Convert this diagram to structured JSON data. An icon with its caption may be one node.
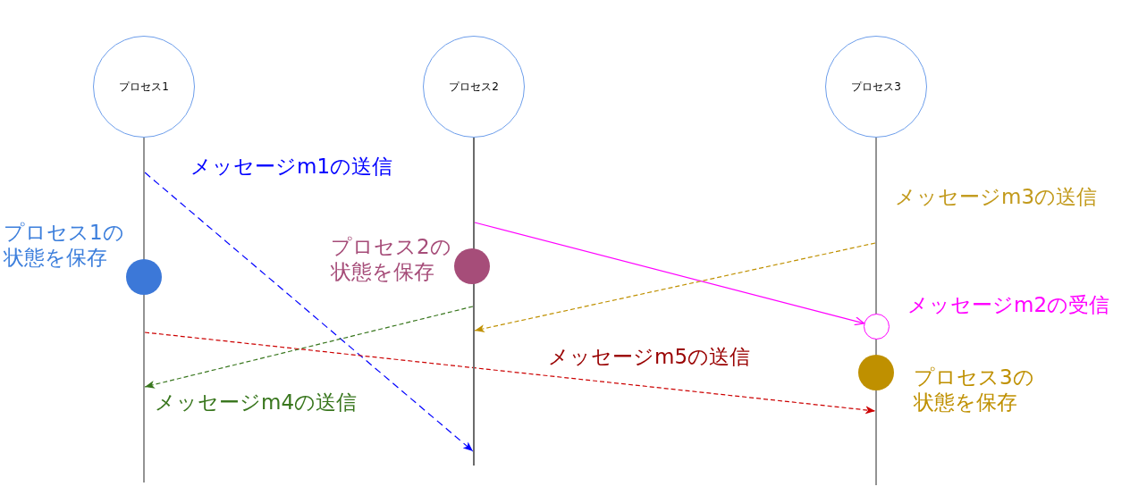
{
  "diagram": {
    "nodes": [
      {
        "text": [
          "プロセス1"
        ]
      },
      {
        "text": [
          "プロセス2"
        ]
      },
      {
        "text": [
          "プロセス3"
        ]
      },
      {
        "text": [],
        "shape": "line"
      },
      {
        "text": [],
        "shape": "line"
      },
      {
        "text": [],
        "shape": "line"
      },
      {
        "text": [],
        "shape": "circle",
        "beside": [
          "プロセス1の状態を保存"
        ]
      },
      {
        "text": [],
        "shape": "circle",
        "beside": [
          "プロセス2の状態を保存"
        ]
      },
      {
        "text": [],
        "shape": "circle",
        "beside": [
          "メッセージm2の受信"
        ]
      },
      {
        "text": [],
        "shape": "circle",
        "beside": [
          "プロセス3の状態を保存"
        ]
      }
    ],
    "edges": [
      {
        "from": 3,
        "to": 4,
        "arrow": "to",
        "label": "メッセージm1の送信",
        "style": "dashed",
        "color": "#0000ff"
      },
      {
        "from": 4,
        "to": 8,
        "arrow": "to",
        "color": "#ff00ff"
      },
      {
        "from": 5,
        "to": 4,
        "arrow": "to",
        "label": "メッセージm3の送信",
        "style": "dashed",
        "color": "#bf9000"
      },
      {
        "from": 4,
        "to": 3,
        "arrow": "to",
        "label": "メッセージm4の送信",
        "style": "dashed",
        "color": "#38761d"
      },
      {
        "from": 3,
        "to": 5,
        "arrow": "to",
        "label": "メッセージm5の送信",
        "style": "dashed",
        "color": "#cc0000"
      }
    ]
  }
}
